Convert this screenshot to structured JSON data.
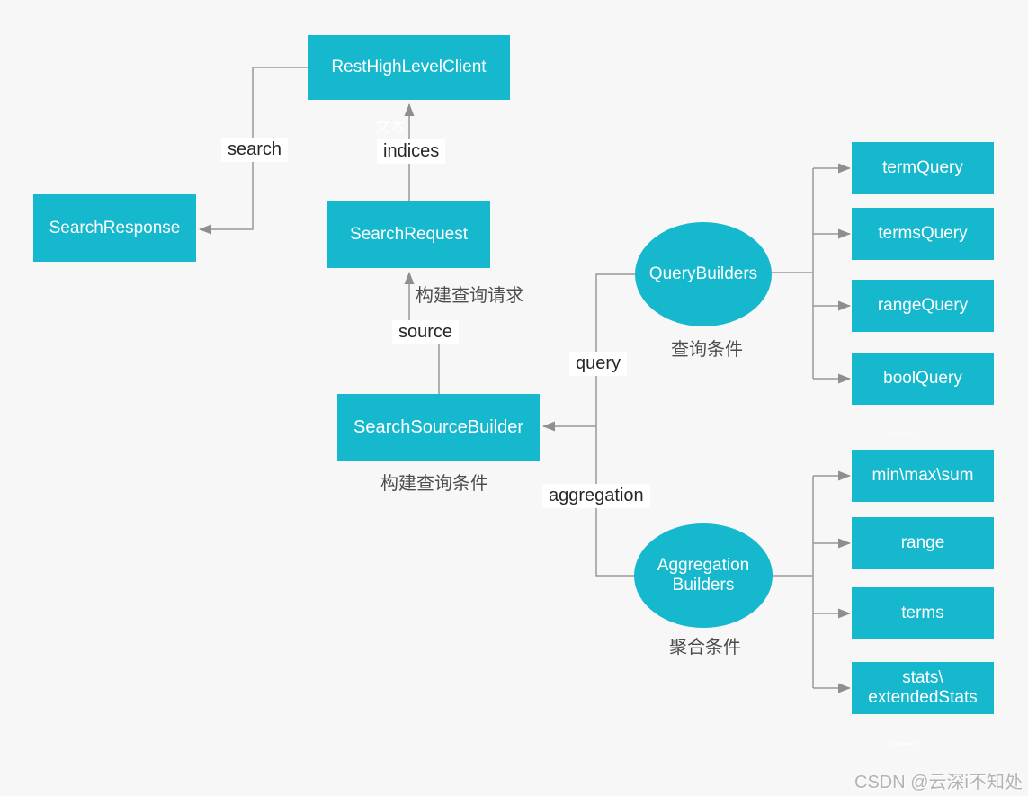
{
  "colors": {
    "node_fill": "#16b8ce",
    "node_text": "#ffffff",
    "connector": "#999999",
    "edge_label_text": "#262626",
    "edge_label_bg": "#ffffff",
    "note_text": "#4d4d4d",
    "ellipsis_text": "#ffffff",
    "watermark_text": "#b3b3b3",
    "background": "#f7f7f8"
  },
  "nodes": {
    "rest_high_level_client": {
      "label": "RestHighLevelClient"
    },
    "search_response": {
      "label": "SearchResponse"
    },
    "search_request": {
      "label": "SearchRequest"
    },
    "search_source_builder": {
      "label": "SearchSourceBuilder"
    },
    "query_builders": {
      "label": "QueryBuilders",
      "caption": "查询条件"
    },
    "aggregation_builders": {
      "line1": "Aggregation",
      "line2": "Builders",
      "caption": "聚合条件"
    },
    "query_methods": [
      {
        "label": "termQuery"
      },
      {
        "label": "termsQuery"
      },
      {
        "label": "rangeQuery"
      },
      {
        "label": "boolQuery"
      }
    ],
    "aggregation_methods": [
      {
        "label": "min\\max\\sum"
      },
      {
        "label": "range"
      },
      {
        "label": "terms"
      },
      {
        "label": "stats\\",
        "label2": "extendedStats"
      }
    ]
  },
  "edge_labels": {
    "search": "search",
    "indices": "indices",
    "source": "source",
    "query": "query",
    "aggregation": "aggregation"
  },
  "notes": {
    "build_query_request": "构建查询请求",
    "build_query_condition": "构建查询条件",
    "faint_text": "文本",
    "ellipsis_top": "......",
    "ellipsis_bottom": "......"
  },
  "watermark": "CSDN @云深i不知处"
}
